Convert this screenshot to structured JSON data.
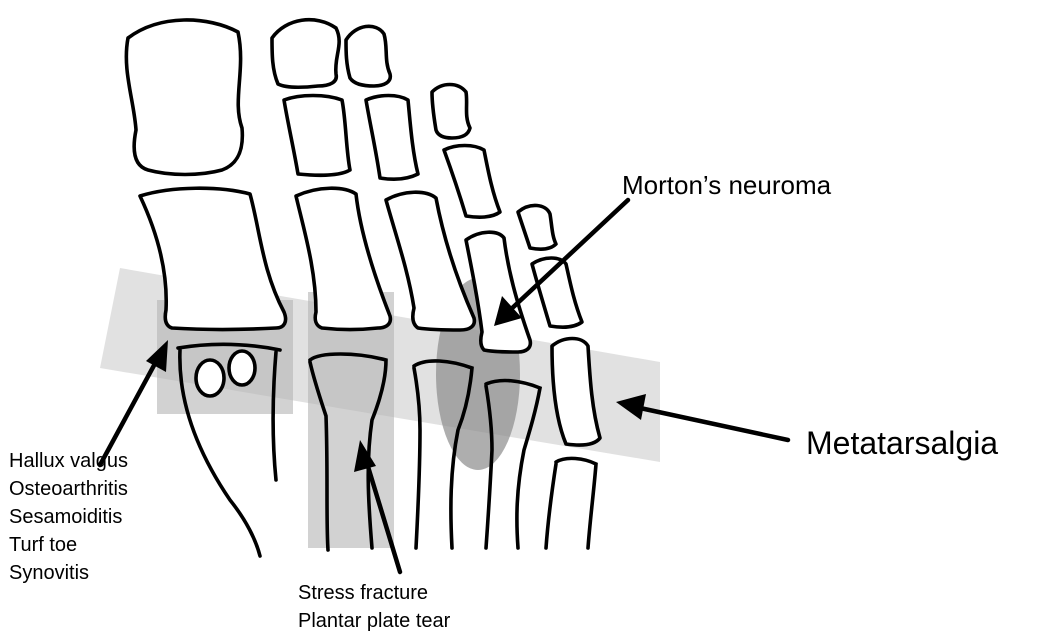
{
  "labels": {
    "mortons": "Morton’s neuroma",
    "metatarsalgia": "Metatarsalgia",
    "first_mtp": [
      "Hallux valgus",
      "Osteoarthritis",
      "Sesamoiditis",
      "Turf toe",
      "Synovitis"
    ],
    "second_ray": [
      "Stress fracture",
      "Plantar plate tear"
    ]
  },
  "colors": {
    "bone_outline": "#000000",
    "band": "#c8c8c8",
    "box": "#b4b4b4",
    "oval": "#8c8c8c"
  }
}
